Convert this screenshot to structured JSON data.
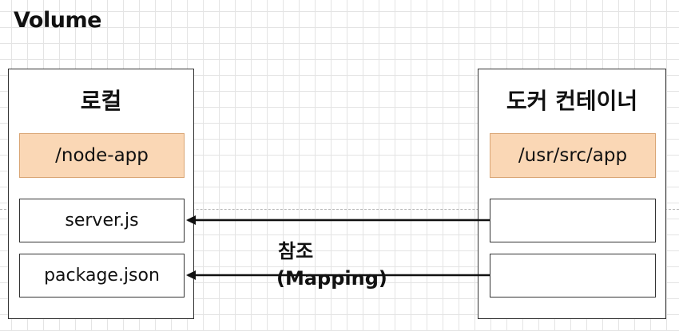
{
  "title": "Volume",
  "local": {
    "heading": "로컬",
    "path": "/node-app",
    "files": [
      "server.js",
      "package.json"
    ]
  },
  "docker": {
    "heading": "도커 컨테이너",
    "path": "/usr/src/app",
    "files": [
      "",
      ""
    ]
  },
  "mapping": {
    "label_ko": "참조",
    "label_en": "(Mapping)"
  },
  "colors": {
    "path_fill": "#fad7b5",
    "path_border": "#d9a574",
    "border": "#333333",
    "grid": "#e4e4e4"
  }
}
